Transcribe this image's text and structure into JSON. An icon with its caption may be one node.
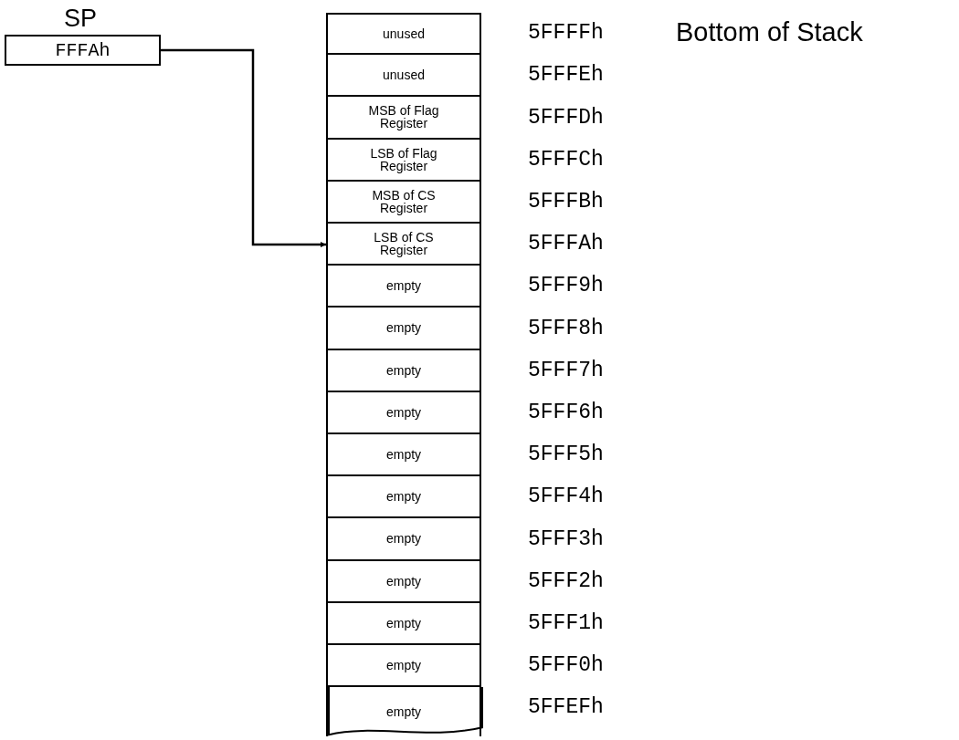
{
  "diagram": {
    "nodes": [
      {
        "text": [
          "SP",
          "FFFAh"
        ]
      },
      {
        "text": [
          "unused"
        ],
        "beside": [
          "5FFFFh",
          "Bottom of Stack"
        ]
      },
      {
        "text": [
          "unused"
        ],
        "beside": [
          "5FFFEh"
        ]
      },
      {
        "text": [
          "MSB of Flag Register"
        ],
        "beside": [
          "5FFFDh"
        ]
      },
      {
        "text": [
          "LSB of Flag Register"
        ],
        "beside": [
          "5FFFCh"
        ]
      },
      {
        "text": [
          "MSB of CS Register"
        ],
        "beside": [
          "5FFFBh"
        ]
      },
      {
        "text": [
          "LSB of CS Register"
        ],
        "beside": [
          "5FFFAh"
        ]
      },
      {
        "text": [
          "empty"
        ],
        "beside": [
          "5FFF9h"
        ]
      },
      {
        "text": [
          "empty"
        ],
        "beside": [
          "5FFF8h"
        ]
      },
      {
        "text": [
          "empty"
        ],
        "beside": [
          "5FFF7h"
        ]
      },
      {
        "text": [
          "empty"
        ],
        "beside": [
          "5FFF6h"
        ]
      },
      {
        "text": [
          "empty"
        ],
        "beside": [
          "5FFF5h"
        ]
      },
      {
        "text": [
          "empty"
        ],
        "beside": [
          "5FFF4h"
        ]
      },
      {
        "text": [
          "empty"
        ],
        "beside": [
          "5FFF3h"
        ]
      },
      {
        "text": [
          "empty"
        ],
        "beside": [
          "5FFF2h"
        ]
      },
      {
        "text": [
          "empty"
        ],
        "beside": [
          "5FFF1h"
        ]
      },
      {
        "text": [
          "empty"
        ],
        "beside": [
          "5FFF0h"
        ]
      },
      {
        "text": [
          "empty"
        ],
        "beside": [
          "5FFEFh"
        ]
      }
    ],
    "edges": [
      {
        "from": 0,
        "to": 6,
        "arrow": "to"
      }
    ]
  }
}
